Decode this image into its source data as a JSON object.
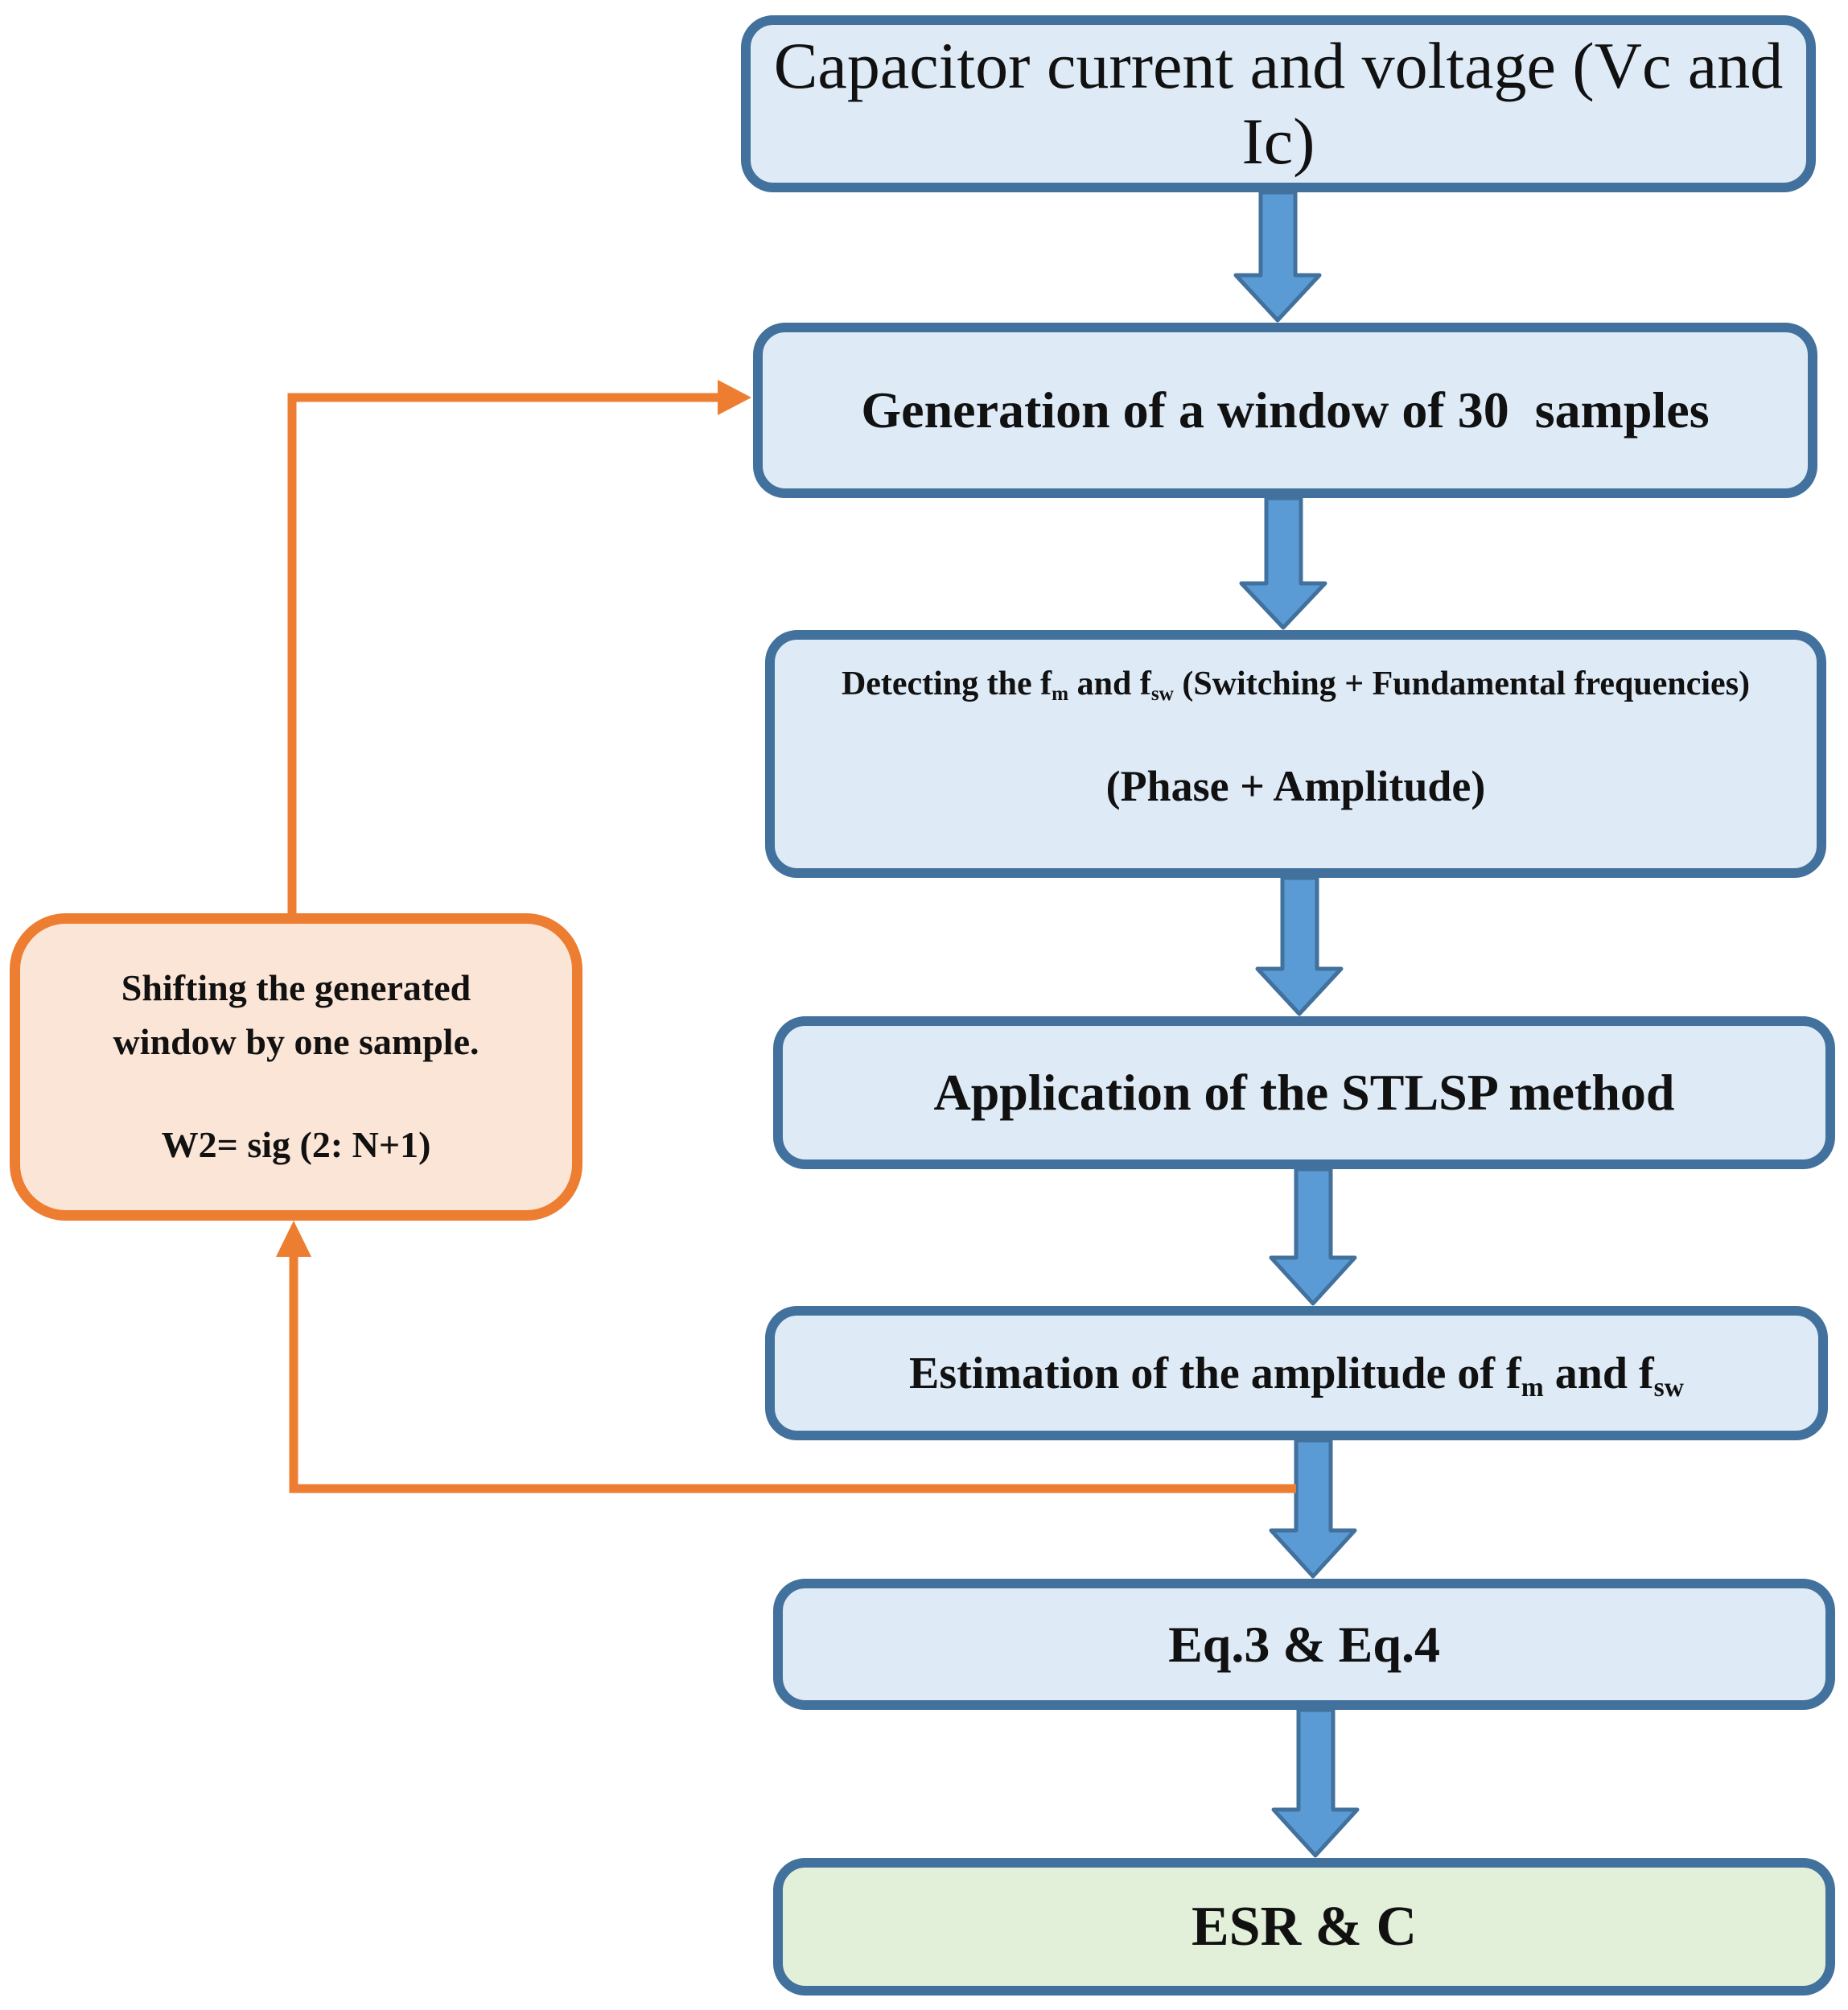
{
  "flowchart": {
    "steps": {
      "step1": {
        "text": "Capacitor current and voltage (Vc and Ic)"
      },
      "step2": {
        "text": "Generation of a window of 30  samples"
      },
      "step3": {
        "line1_a": "Detecting the f",
        "line1_sub_m": "m",
        "line1_b": " and f",
        "line1_sub_sw": "sw",
        "line1_c": " (Switching + Fundamental frequencies)",
        "line2": "(Phase + Amplitude)"
      },
      "step4": {
        "text": "Application of the STLSP method"
      },
      "step5": {
        "text_a": "Estimation of the amplitude of f",
        "sub_m": "m",
        "text_b": " and f",
        "sub_sw": "sw"
      },
      "step6": {
        "text": "Eq.3 & Eq.4"
      },
      "step7": {
        "text": "ESR & C"
      }
    },
    "loop": {
      "line1": "Shifting the generated",
      "line2": "window by one sample.",
      "line3": "W2= sig (2: N+1)"
    },
    "colors": {
      "box_fill": "#deeaf6",
      "box_border": "#41719c",
      "final_fill": "#e2efd9",
      "arrow_fill": "#5b9bd5",
      "loop_fill": "#fbe5d6",
      "loop_border": "#ed7d31"
    }
  }
}
